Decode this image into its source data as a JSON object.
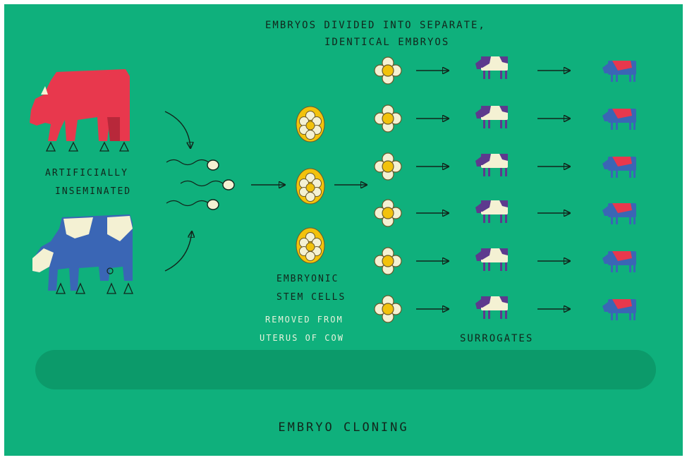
{
  "title": "EMBRYO CLONING",
  "labels": {
    "top_line1": "EMBRYOS DIVIDED INTO SEPARATE,",
    "top_line2": "IDENTICAL EMBRYOS",
    "insem_line1": "ARTIFICIALLY",
    "insem_line2": "INSEMINATED",
    "stem_line1": "EMBRYONIC",
    "stem_line2": "STEM CELLS",
    "removed_line1": "REMOVED FROM",
    "removed_line2": "UTERUS OF COW",
    "surrogates": "SURROGATES"
  },
  "colors": {
    "background": "#0fb07c",
    "red": "#e8384d",
    "blue": "#3a66b5",
    "purple": "#5d3a8e",
    "cream": "#f4f1d3",
    "yellow": "#f2c20c",
    "ink": "#12261c"
  }
}
